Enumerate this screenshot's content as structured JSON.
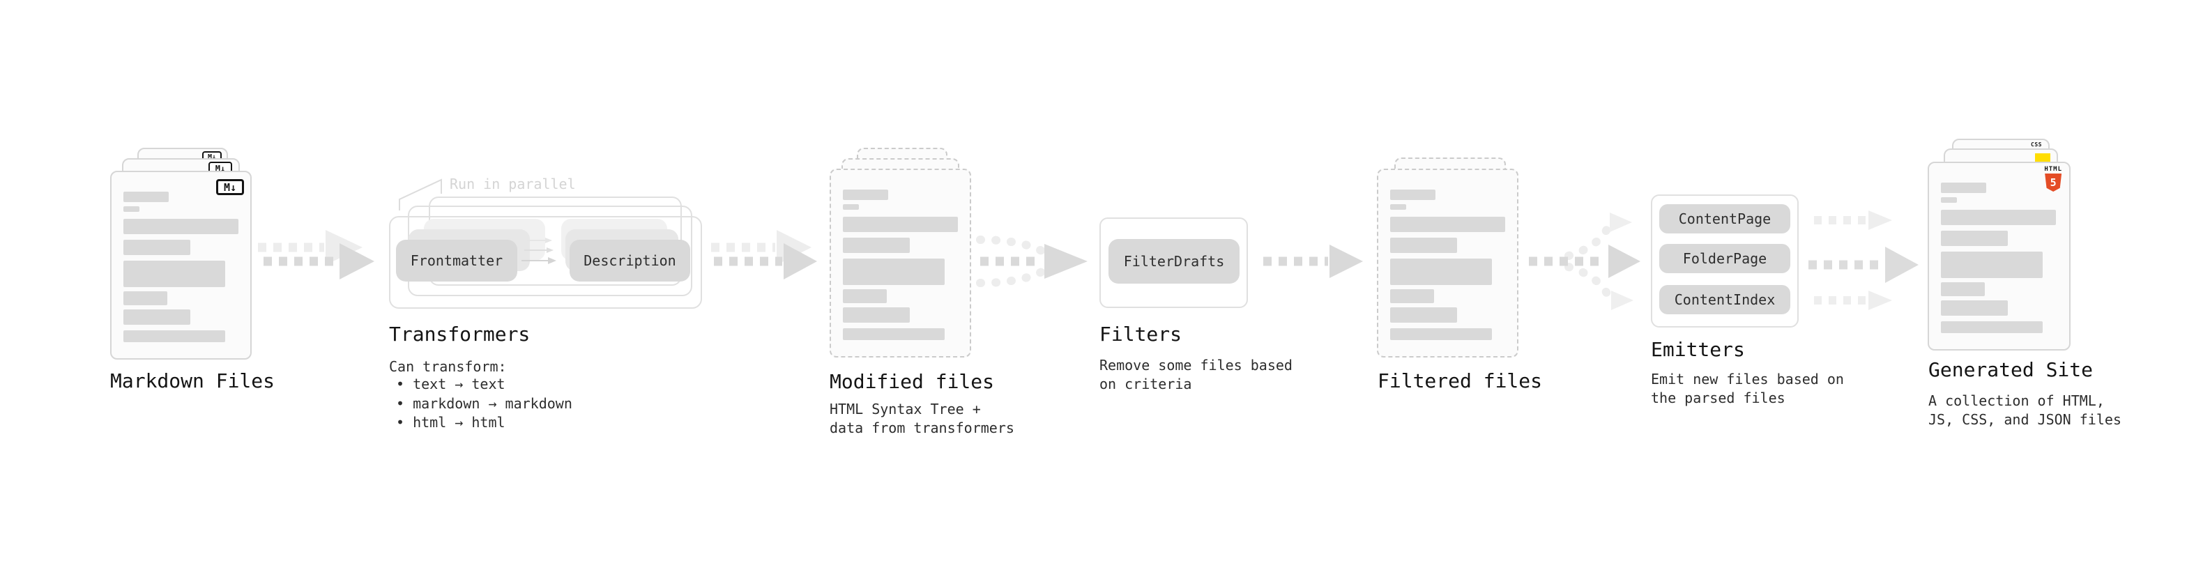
{
  "stages": {
    "markdown": {
      "label": "Markdown Files"
    },
    "transformers": {
      "label": "Transformers",
      "annotation": "Run in parallel",
      "pills": [
        "Frontmatter",
        "Description"
      ],
      "desc_title": "Can transform:",
      "bullets": [
        "• text → text",
        "• markdown → markdown",
        "• html → html"
      ]
    },
    "modified": {
      "label": "Modified files",
      "sublabel": "HTML Syntax Tree +\ndata from transformers"
    },
    "filters": {
      "label": "Filters",
      "pill": "FilterDrafts",
      "sublabel": "Remove some files based\non criteria"
    },
    "filtered": {
      "label": "Filtered files"
    },
    "emitters": {
      "label": "Emitters",
      "pills": [
        "ContentPage",
        "FolderPage",
        "ContentIndex"
      ],
      "sublabel": "Emit new files based on\nthe parsed files"
    },
    "generated": {
      "label": "Generated Site",
      "sublabel": "A collection of HTML,\nJS, CSS, and JSON files"
    }
  },
  "icons": {
    "markdown_badge": "M↓",
    "html5_label": "HTML",
    "html5_numeral": "5",
    "css_label": "CSS"
  },
  "colors": {
    "html5_orange": "#e44d26",
    "js_yellow": "#ffdd00",
    "css_blue": "#2d6fe1",
    "bar_gray": "#d9d9d9",
    "arrow_gray": "#d9d9d9"
  }
}
